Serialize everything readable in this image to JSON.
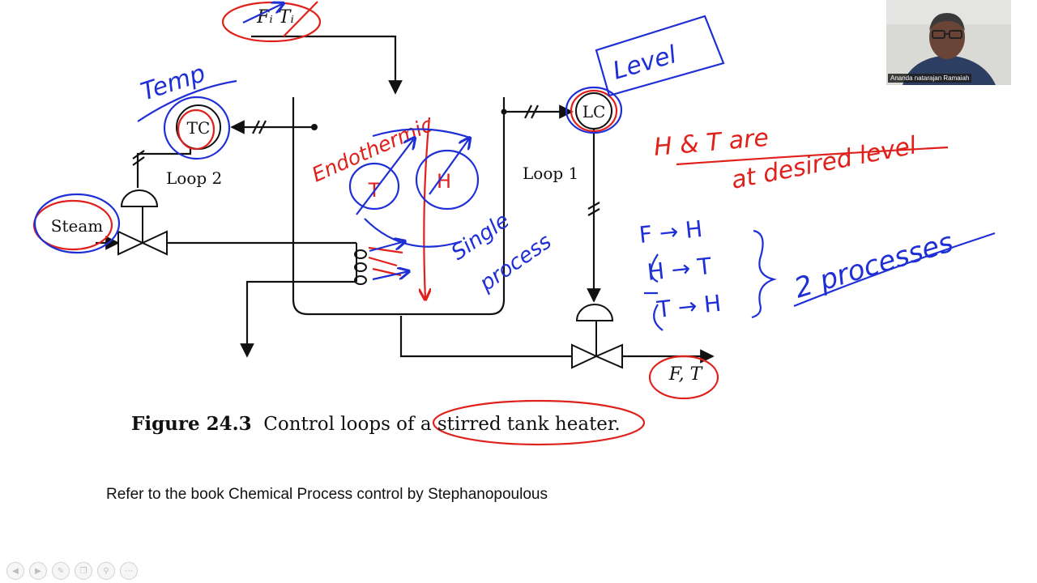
{
  "slide": {
    "figure": {
      "caption_number": "Figure 24.3",
      "caption_text": "Control loops of a stirred tank heater.",
      "labels": {
        "inlet": "Fᵢ Tᵢ",
        "tc": "TC",
        "lc": "LC",
        "steam": "Steam",
        "loop1": "Loop 1",
        "loop2": "Loop 2",
        "outlet": "F, T"
      }
    },
    "annotations": {
      "temp": "Temp",
      "level": "Level",
      "endothermic": "Endothermic",
      "circle_t": "T",
      "circle_h": "H",
      "single_process": [
        "Single",
        "process"
      ],
      "goal_line1": "H & T are",
      "goal_line2": "at desired level",
      "relations": [
        "F → H",
        "H → T",
        "T → H"
      ],
      "processes": "2 processes"
    },
    "reference": "Refer to the book Chemical Process control by Stephanopoulous"
  },
  "video": {
    "participant_name": "Ananda natarajan Ramaiah"
  },
  "colors": {
    "ink_red": "#e0201b",
    "ink_blue": "#1f2fd6",
    "diagram": "#111111"
  },
  "toolbar": {
    "buttons": [
      "prev-icon",
      "next-icon",
      "pen-icon",
      "copy-icon",
      "zoom-icon",
      "more-icon"
    ]
  }
}
